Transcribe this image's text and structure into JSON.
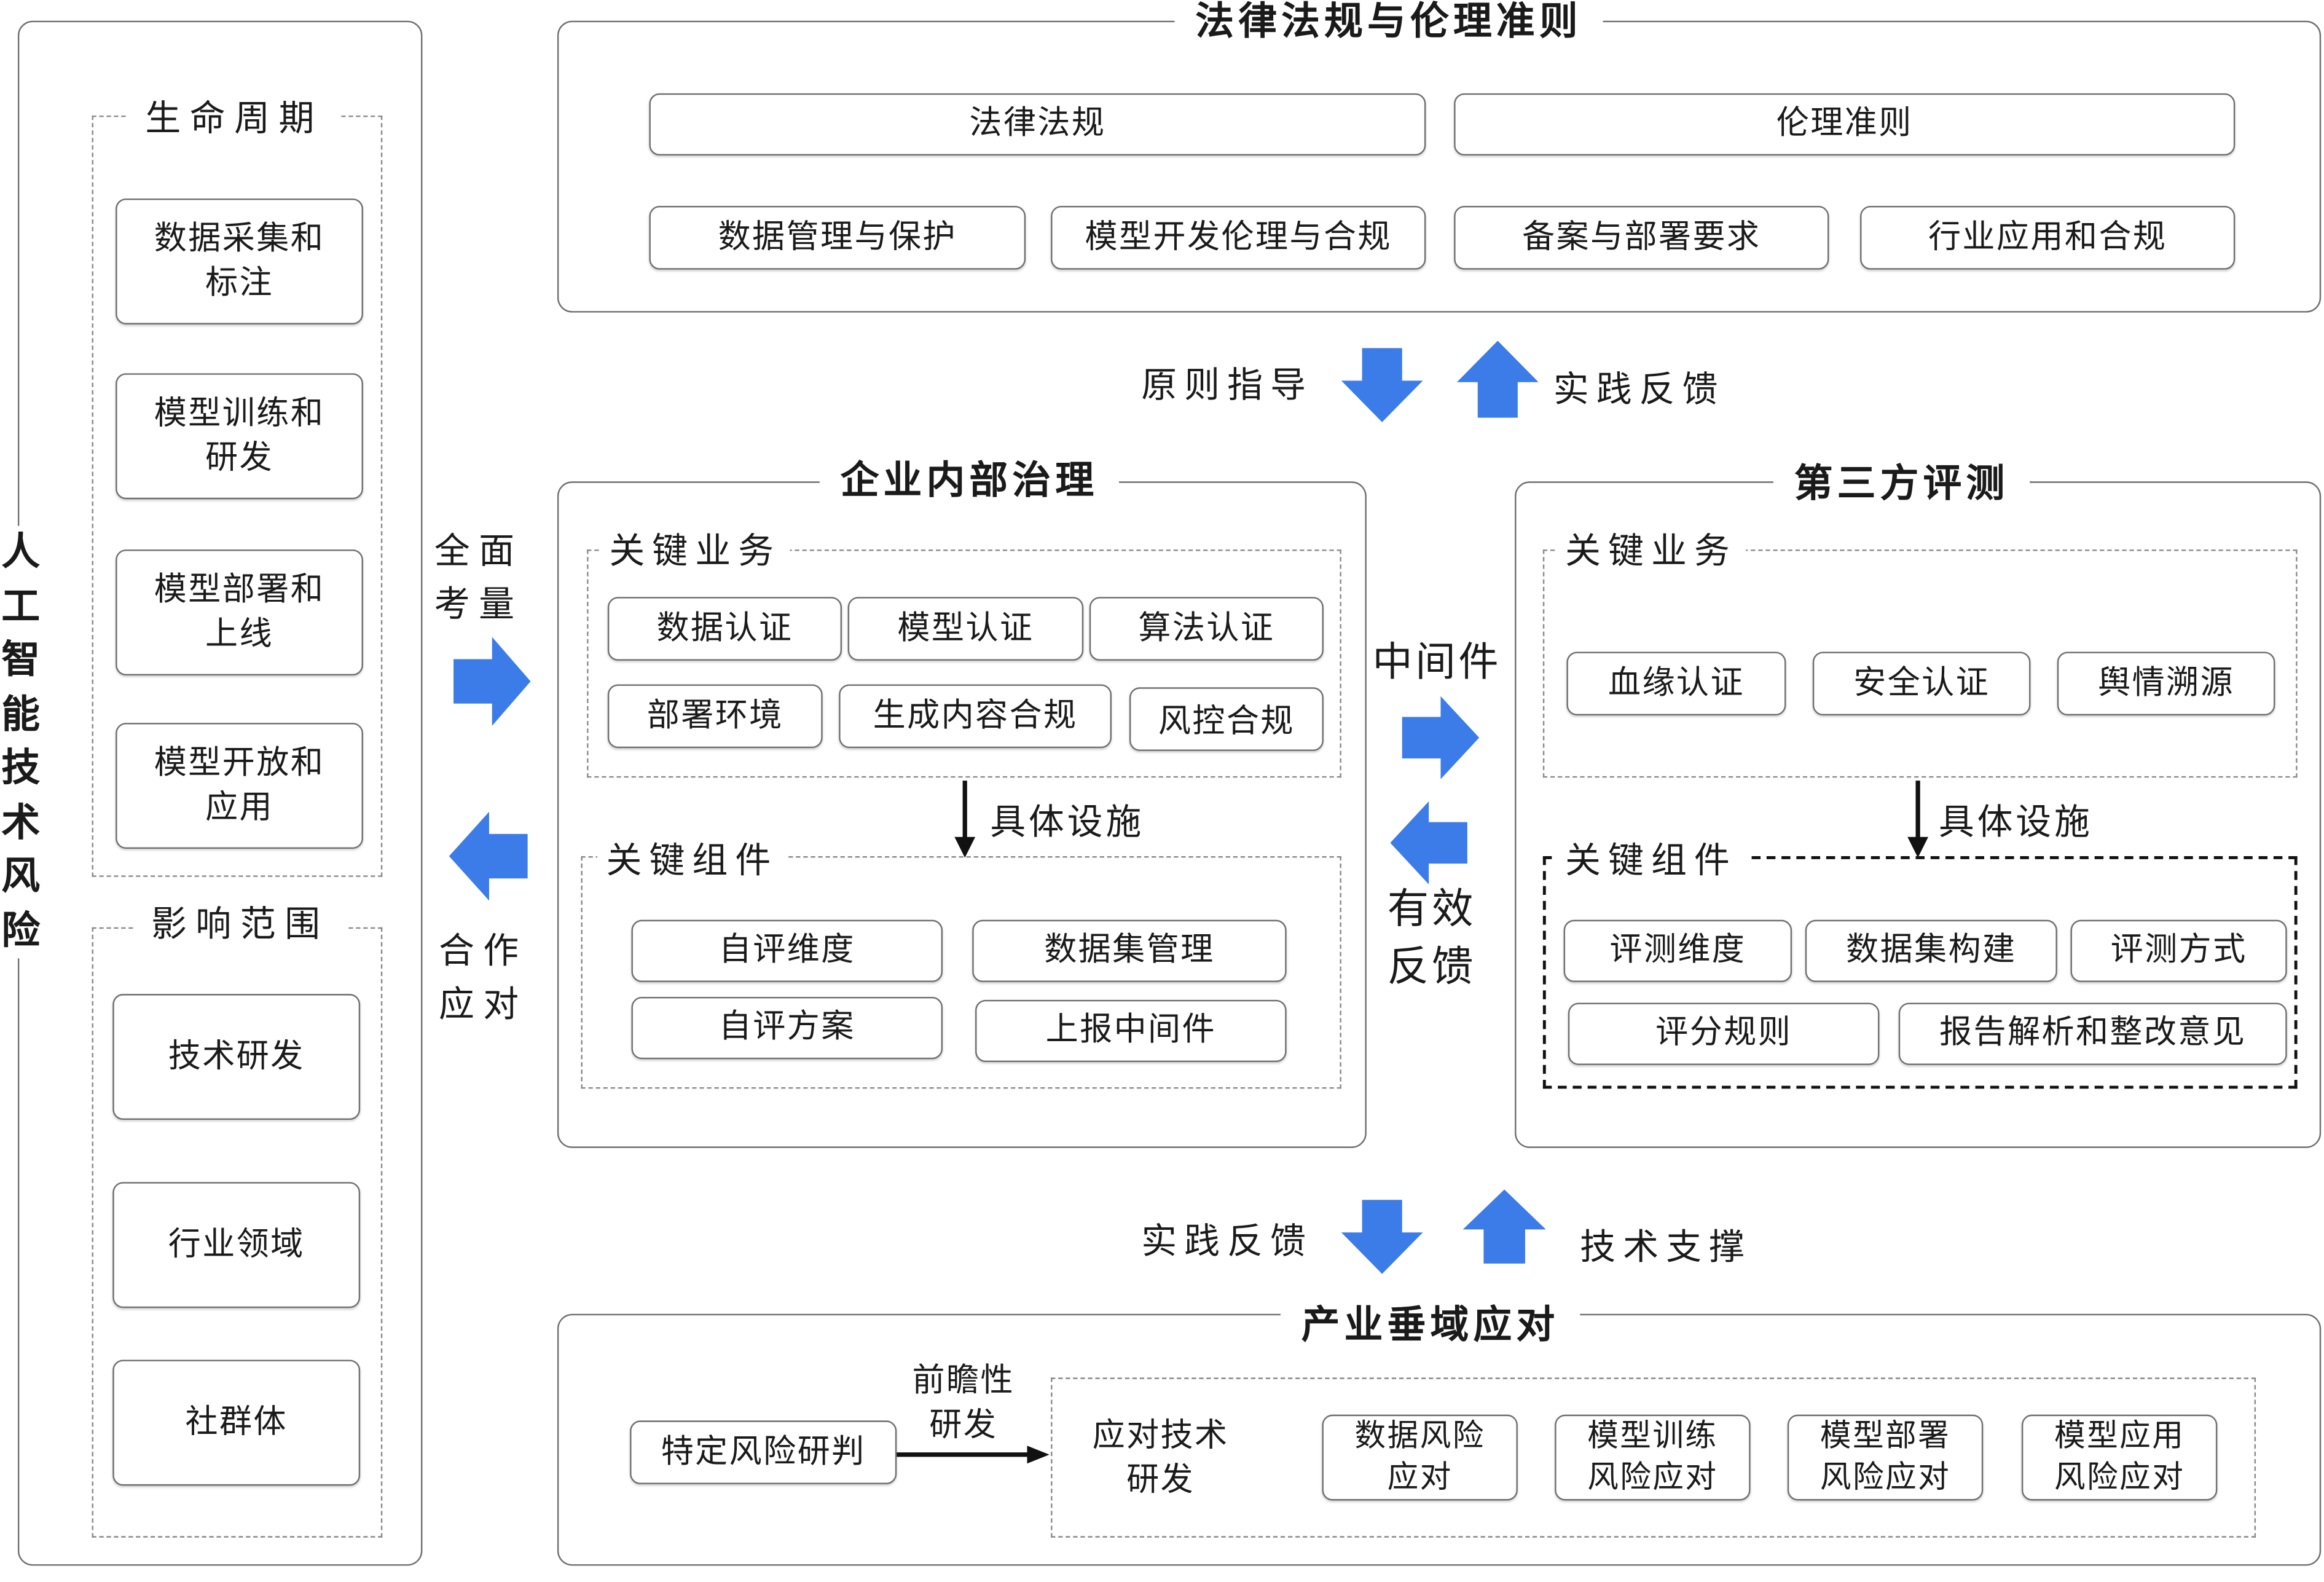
{
  "left_panel": {
    "title": "人工智能技术风险",
    "lifecycle": {
      "title": "生命周期",
      "items": [
        "数据采集和\n标注",
        "模型训练和\n研发",
        "模型部署和\n上线",
        "模型开放和\n应用"
      ]
    },
    "impact": {
      "title": "影响范围",
      "items": [
        "技术研发",
        "行业领域",
        "社群体"
      ]
    }
  },
  "law_panel": {
    "title": "法律法规与伦理准则",
    "row1": [
      "法律法规",
      "伦理准则"
    ],
    "row2": [
      "数据管理与保护",
      "模型开发伦理与合规",
      "备案与部署要求",
      "行业应用和合规"
    ]
  },
  "top_arrows": {
    "down_label": "原则指导",
    "up_label": "实践反馈"
  },
  "side_arrows": {
    "right_label": "全面\n考量",
    "left_label": "合作\n应对"
  },
  "enterprise_panel": {
    "title": "企业内部治理",
    "business": {
      "title": "关键业务",
      "items": [
        "数据认证",
        "模型认证",
        "算法认证",
        "部署环境",
        "生成内容合规",
        "风控合规"
      ]
    },
    "arrow_label": "具体设施",
    "components": {
      "title": "关键组件",
      "items": [
        "自评维度",
        "数据集管理",
        "自评方案",
        "上报中间件"
      ]
    }
  },
  "middle_arrows": {
    "right_label": "中间件",
    "left_label": "有效\n反馈"
  },
  "third_party_panel": {
    "title": "第三方评测",
    "business": {
      "title": "关键业务",
      "items": [
        "血缘认证",
        "安全认证",
        "舆情溯源"
      ]
    },
    "arrow_label": "具体设施",
    "components": {
      "title": "关键组件",
      "items": [
        "评测维度",
        "数据集构建",
        "评测方式",
        "评分规则",
        "报告解析和整改意见"
      ]
    }
  },
  "bottom_arrows": {
    "down_label": "实践反馈",
    "up_label": "技术支撑"
  },
  "industry_panel": {
    "title": "产业垂域应对",
    "start": "特定风险研判",
    "arrow_label": "前瞻性\n研发",
    "response": {
      "title": "应对技术\n研发",
      "items": [
        "数据风险\n应对",
        "模型训练\n风险应对",
        "模型部署\n风险应对",
        "模型应用\n风险应对"
      ]
    }
  },
  "colors": {
    "arrow_blue": "#3b7ce9",
    "border": "#6f6f6f",
    "text": "#1a1a1a"
  }
}
